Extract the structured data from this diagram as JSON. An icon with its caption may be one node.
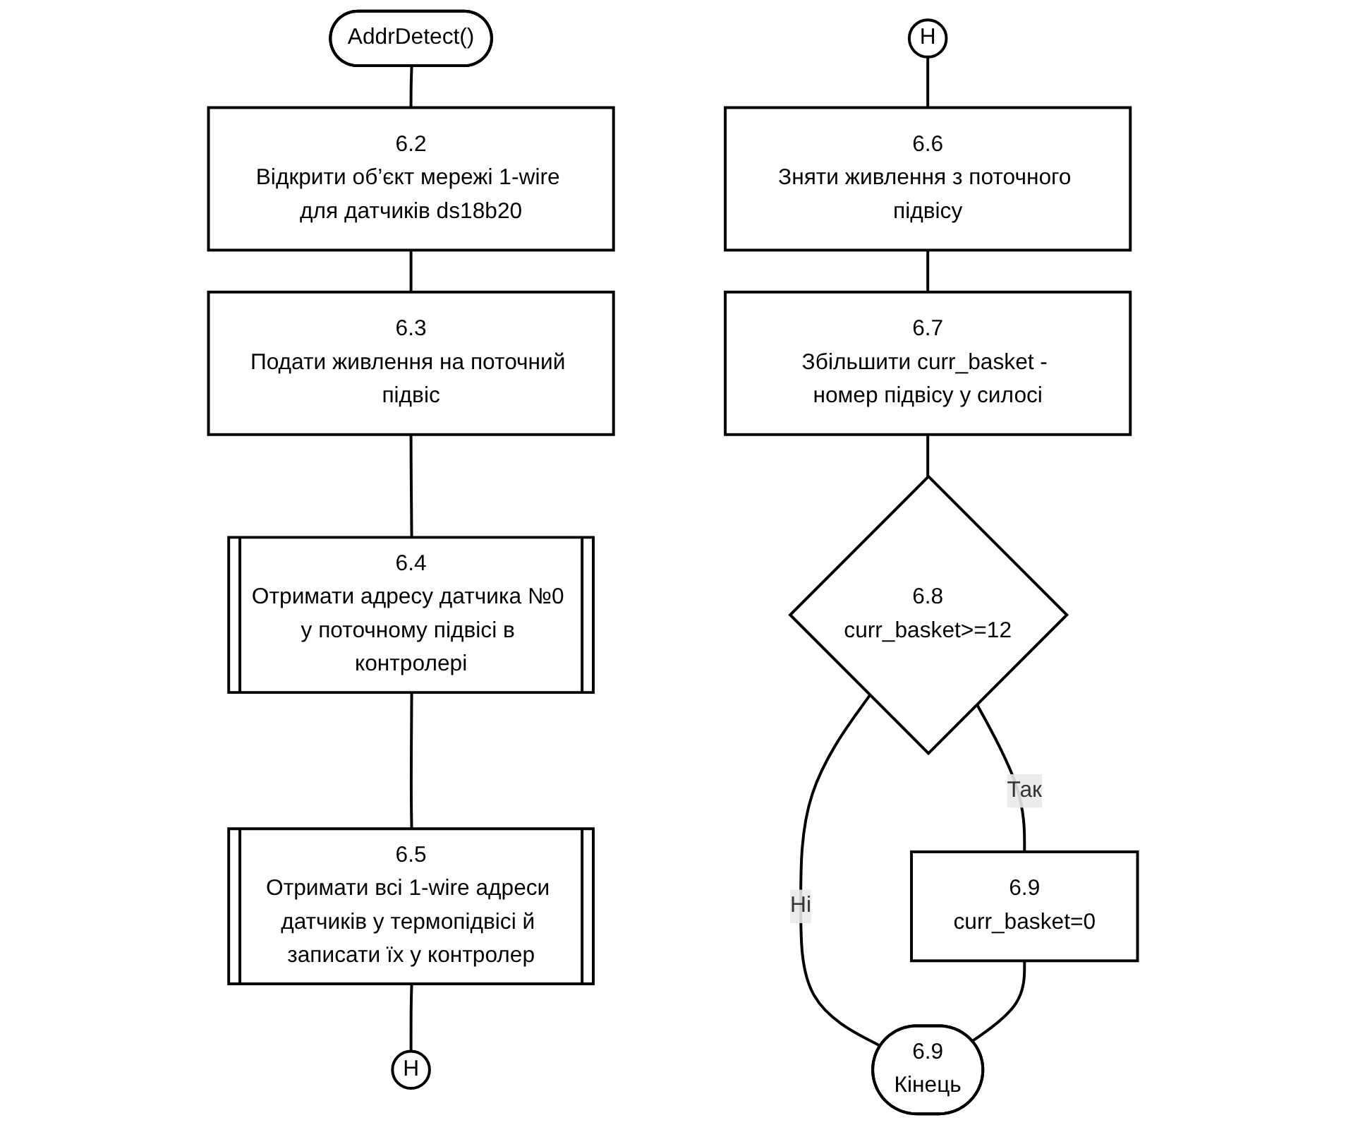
{
  "diagram": {
    "nodes": [
      {
        "text": [
          "AddrDetect()"
        ]
      },
      {
        "text": [
          "6.2",
          "Відкрити об’єкт мережі 1-wire для датчиків ds18b20"
        ]
      },
      {
        "text": [
          "6.3",
          "Подати живлення на поточний підвіс"
        ]
      },
      {
        "text": [
          "6.4",
          "Отримати адресу датчика №0 у поточному підвісі в контролері"
        ]
      },
      {
        "text": [
          "6.5",
          "Отримати всі 1-wire адреси датчиків у термопідвісі й записати їх у контролер"
        ]
      },
      {
        "text": [
          "Н"
        ]
      },
      {
        "text": [
          "Н"
        ]
      },
      {
        "text": [
          "6.6",
          "Зняти живлення з поточного підвісу"
        ]
      },
      {
        "text": [
          "6.7",
          "Збільшити curr_basket - номер підвісу у силосі"
        ]
      },
      {
        "text": [
          "6.8",
          "curr_basket>=12"
        ]
      },
      {
        "text": [
          "6.9",
          "curr_basket=0"
        ]
      },
      {
        "text": [
          "6.9",
          "Кінець"
        ]
      }
    ],
    "edges": [
      {
        "from": 0,
        "to": 1,
        "arrow": "none"
      },
      {
        "from": 1,
        "to": 2,
        "arrow": "none"
      },
      {
        "from": 2,
        "to": 3,
        "arrow": "none"
      },
      {
        "from": 3,
        "to": 4,
        "arrow": "none"
      },
      {
        "from": 4,
        "to": 5,
        "arrow": "none"
      },
      {
        "from": 6,
        "to": 7,
        "arrow": "none"
      },
      {
        "from": 7,
        "to": 8,
        "arrow": "none"
      },
      {
        "from": 8,
        "to": 9,
        "arrow": "none"
      },
      {
        "from": 9,
        "to": 10,
        "label": "Так",
        "arrow": "none"
      },
      {
        "from": 9,
        "to": 11,
        "label": "Ні",
        "arrow": "none"
      },
      {
        "from": 10,
        "to": 11,
        "arrow": "none"
      }
    ]
  }
}
